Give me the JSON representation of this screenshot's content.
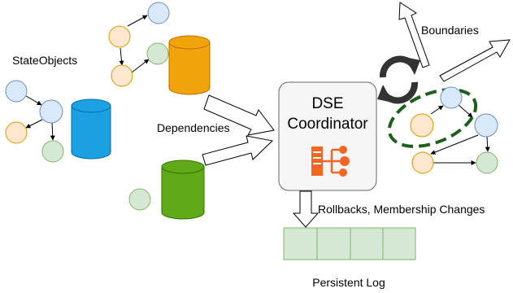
{
  "labels": {
    "state_objects": "StateObjects",
    "dependencies": "Dependencies",
    "coordinator_line1": "DSE",
    "coordinator_line2": "Coordinator",
    "boundaries": "Boundaries",
    "rollbacks": "Rollbacks, Membership Changes",
    "persistent_log": "Persistent Log"
  },
  "colors": {
    "blue_node_fill": "#dae8fc",
    "blue_node_stroke": "#6c8ebf",
    "orange_node_fill": "#ffe6cc",
    "orange_node_stroke": "#d79b00",
    "green_node_fill": "#d5e8d4",
    "green_node_stroke": "#82b366",
    "cylinder_blue": "#1ba1e2",
    "cylinder_orange": "#f0a30a",
    "cylinder_green": "#60a917",
    "coordinator_fill": "#f5f5f5",
    "coordinator_icon": "#f26522",
    "boundary_dash": "#1e5e1e",
    "log_fill": "#d5e8d4",
    "log_stroke": "#82b366",
    "sync_icon": "#333333"
  },
  "icons": [
    "sync-icon",
    "server-network-icon"
  ]
}
